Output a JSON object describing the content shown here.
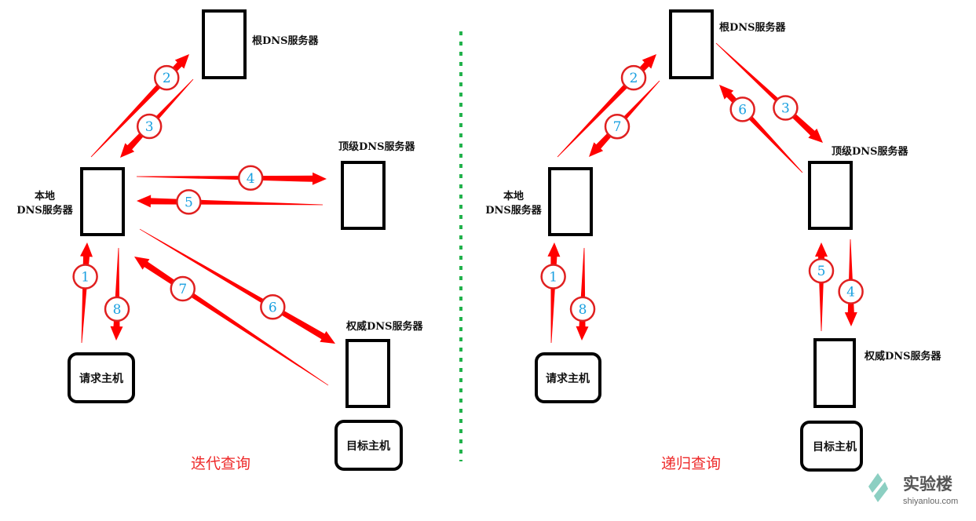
{
  "colors": {
    "arrow": "#ff0000",
    "badge_ring": "#e02020",
    "badge_text": "#1aa0e0",
    "title": "#ee2a2a",
    "divider": "#22b24c",
    "logo_mark": "#8ccfc2"
  },
  "panels": [
    {
      "title": "迭代查询",
      "nodes": {
        "root": "根DNS服务器",
        "local_line1": "本地",
        "local_line2": "DNS服务器",
        "tld": "顶级DNS服务器",
        "auth": "权威DNS服务器",
        "client": "请求主机",
        "target": "目标主机"
      },
      "steps": [
        {
          "num": "1",
          "from": "请求主机",
          "to": "本地DNS服务器"
        },
        {
          "num": "2",
          "from": "本地DNS服务器",
          "to": "根DNS服务器"
        },
        {
          "num": "3",
          "from": "根DNS服务器",
          "to": "本地DNS服务器"
        },
        {
          "num": "4",
          "from": "本地DNS服务器",
          "to": "顶级DNS服务器"
        },
        {
          "num": "5",
          "from": "顶级DNS服务器",
          "to": "本地DNS服务器"
        },
        {
          "num": "6",
          "from": "本地DNS服务器",
          "to": "权威DNS服务器"
        },
        {
          "num": "7",
          "from": "权威DNS服务器",
          "to": "本地DNS服务器"
        },
        {
          "num": "8",
          "from": "本地DNS服务器",
          "to": "请求主机"
        }
      ]
    },
    {
      "title": "递归查询",
      "nodes": {
        "root": "根DNS服务器",
        "local_line1": "本地",
        "local_line2": "DNS服务器",
        "tld": "顶级DNS服务器",
        "auth": "权威DNS服务器",
        "client": "请求主机",
        "target": "目标主机"
      },
      "steps": [
        {
          "num": "1",
          "from": "请求主机",
          "to": "本地DNS服务器"
        },
        {
          "num": "2",
          "from": "本地DNS服务器",
          "to": "根DNS服务器"
        },
        {
          "num": "3",
          "from": "根DNS服务器",
          "to": "顶级DNS服务器"
        },
        {
          "num": "4",
          "from": "顶级DNS服务器",
          "to": "权威DNS服务器"
        },
        {
          "num": "5",
          "from": "权威DNS服务器",
          "to": "顶级DNS服务器"
        },
        {
          "num": "6",
          "from": "顶级DNS服务器",
          "to": "根DNS服务器"
        },
        {
          "num": "7",
          "from": "根DNS服务器",
          "to": "本地DNS服务器"
        },
        {
          "num": "8",
          "from": "本地DNS服务器",
          "to": "请求主机"
        }
      ]
    }
  ],
  "watermark": {
    "name": "实验楼",
    "domain": "shiyanlou.com"
  }
}
